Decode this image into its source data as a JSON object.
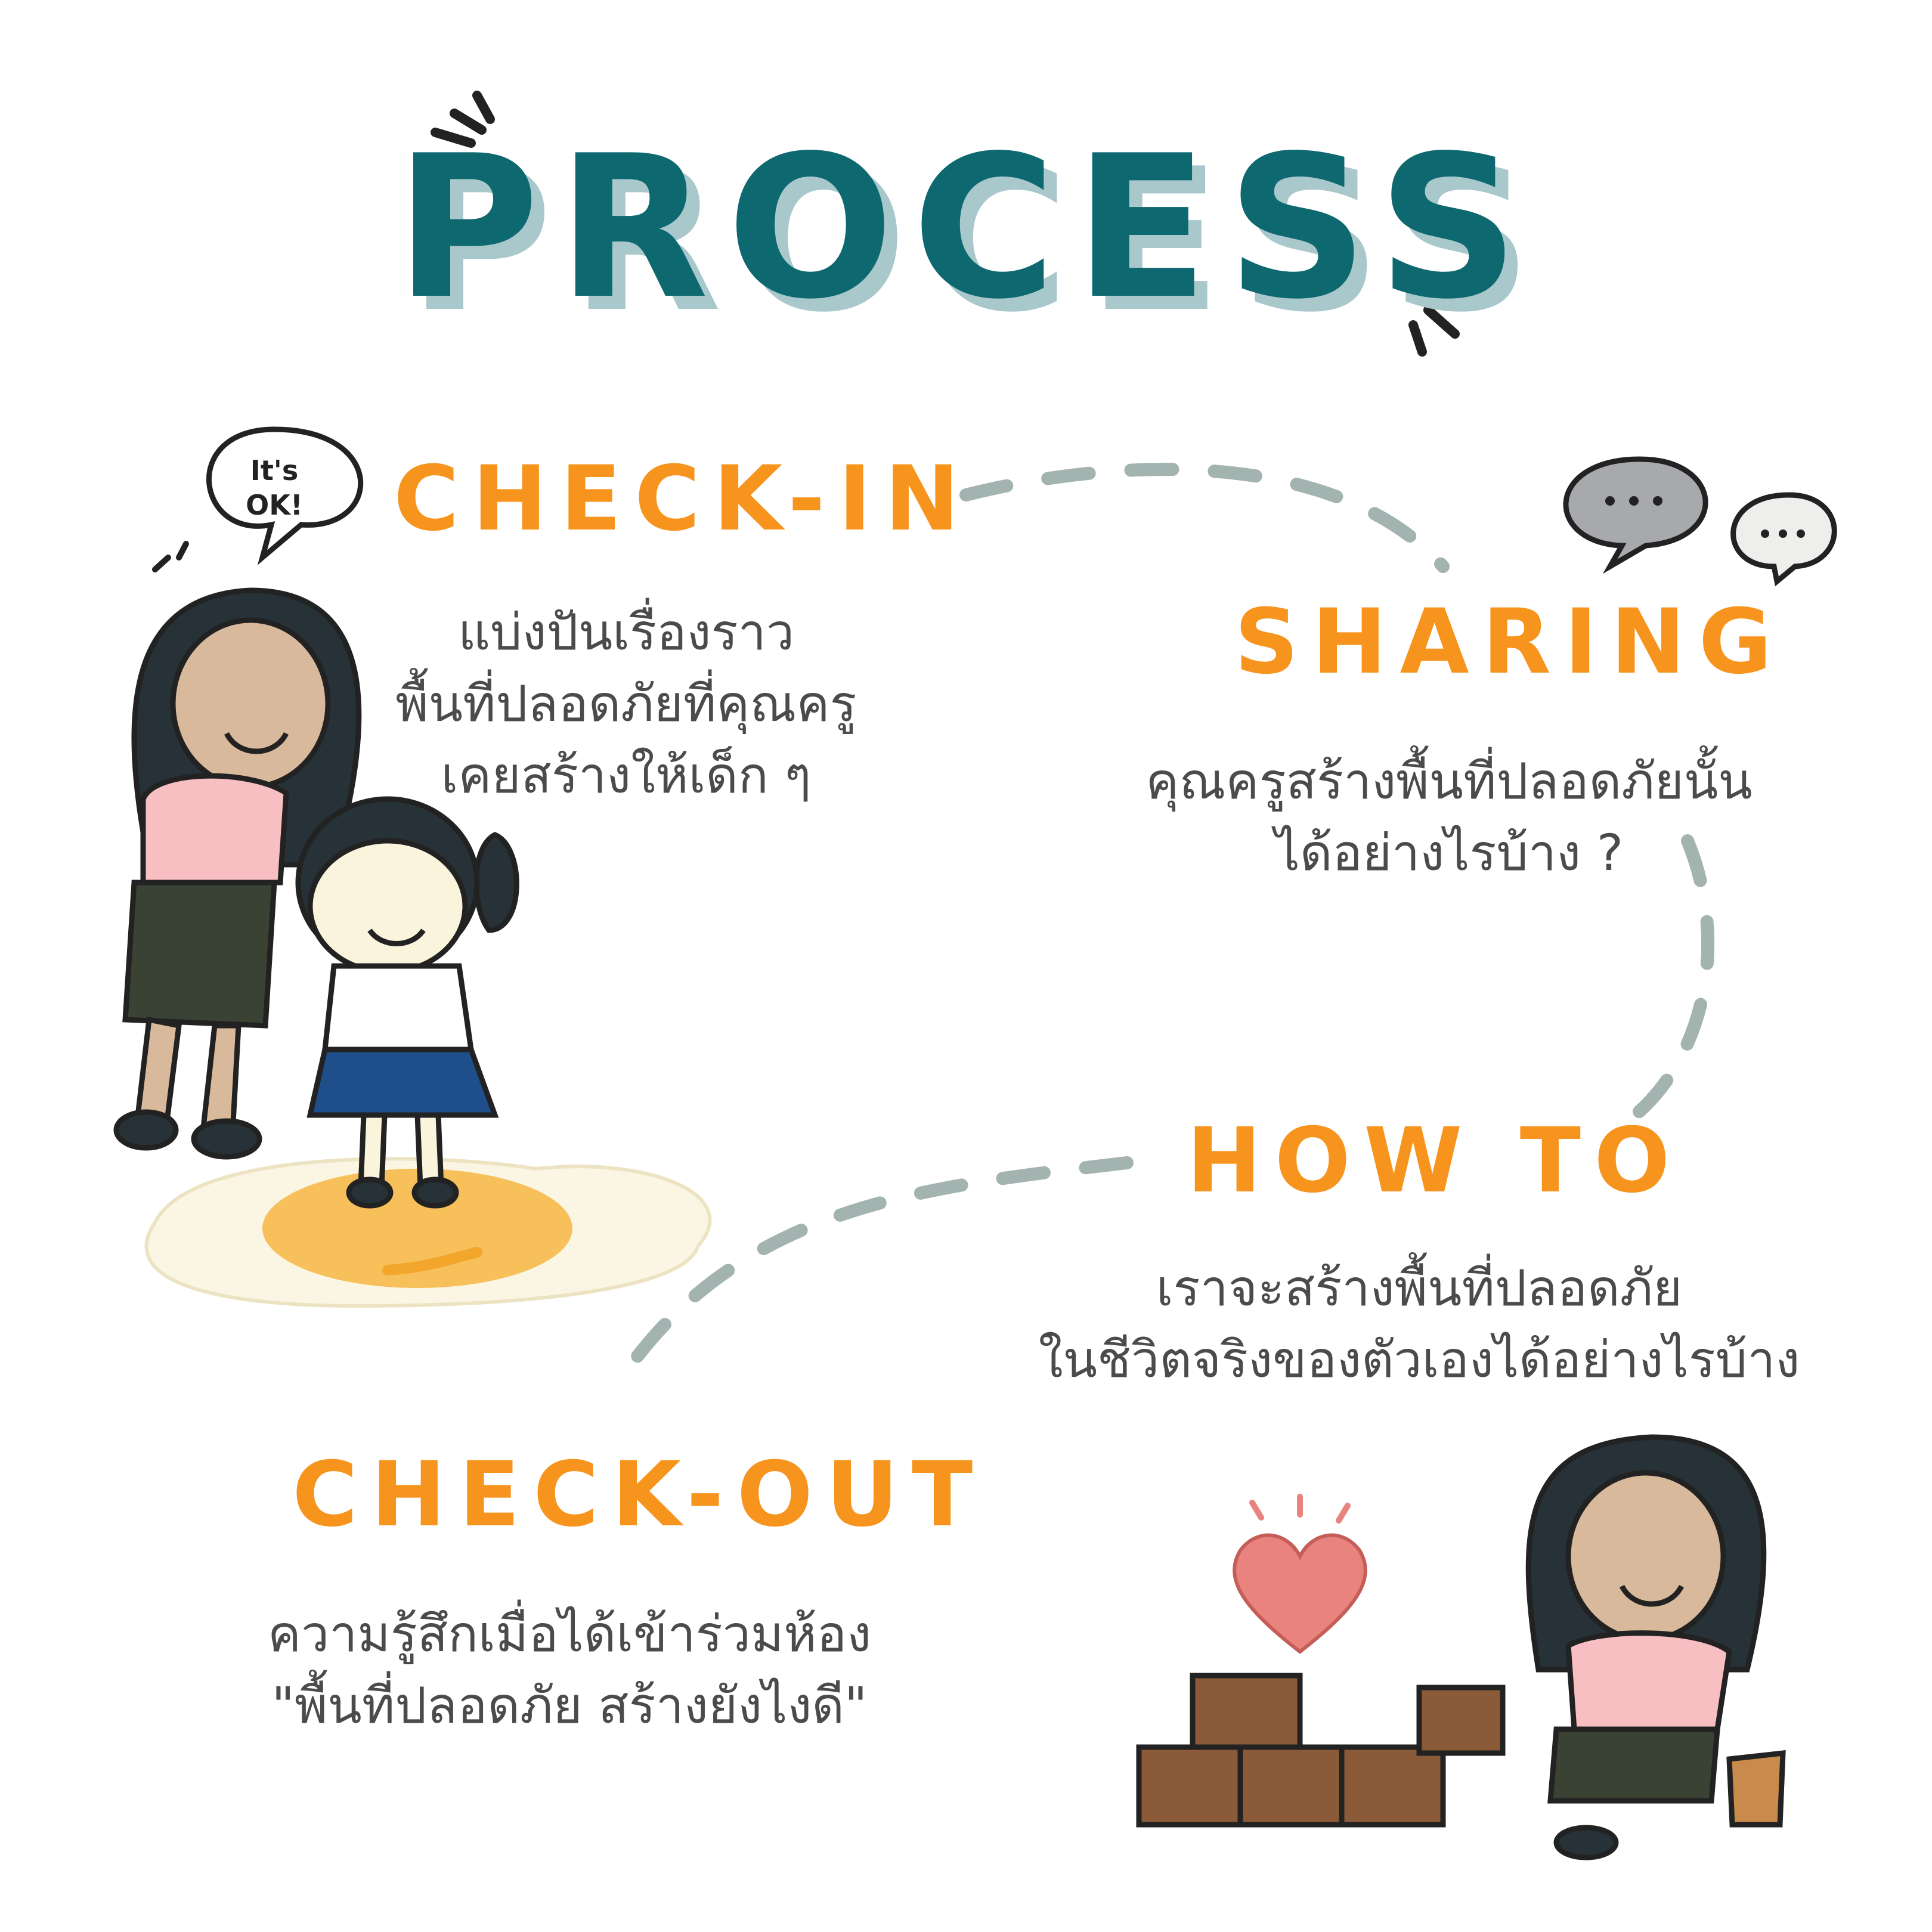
{
  "title": "PROCESS",
  "speech_bubble": {
    "line1": "It's",
    "line2": "OK!"
  },
  "steps": {
    "check_in": {
      "heading": "CHECK-IN",
      "lines": [
        "แบ่งปันเรื่องราว",
        "พื้นที่ปลอดภัยที่คุณครู",
        "เคยสร้างให้เด็ก ๆ"
      ]
    },
    "sharing": {
      "heading": "SHARING",
      "lines": [
        "คุณครูสร้างพื้นที่ปลอดภัยนั้น",
        "ได้อย่างไรบ้าง ?"
      ]
    },
    "how_to": {
      "heading": "HOW TO",
      "lines": [
        "เราจะสร้างพื้นที่ปลอดภัย",
        "ในชีวิตจริงของตัวเองได้อย่างไรบ้าง"
      ]
    },
    "check_out": {
      "heading": "CHECK-OUT",
      "lines": [
        "ความรู้สึกเมื่อได้เข้าร่วมห้อง",
        "\"พื้นที่ปลอดภัย สร้างยังไงดี\""
      ]
    }
  },
  "colors": {
    "title": "#0e6870",
    "title_shadow": "#a9c8cb",
    "heading": "#f7941d",
    "body_text": "#4b4b4b",
    "dashed_path": "#a2b3b0",
    "heart": "#e8837e",
    "bricks": "#8b5a38",
    "egg_yolk": "#f7c05a"
  }
}
